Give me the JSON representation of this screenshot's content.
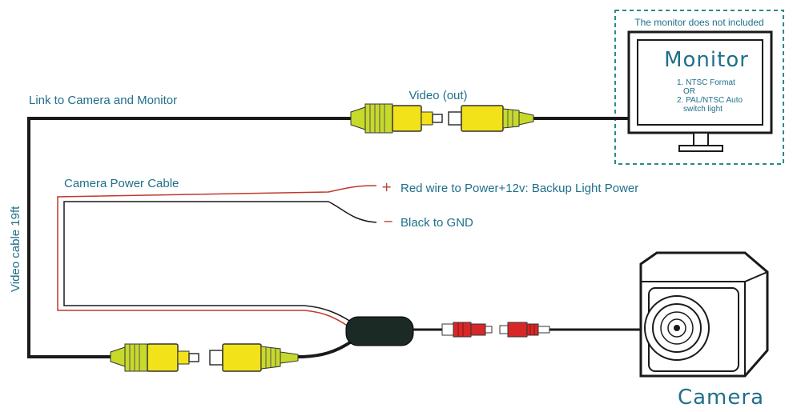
{
  "labels": {
    "link": "Link to Camera and Monitor",
    "video_out": "Video (out)",
    "not_included": "The monitor does not included",
    "monitor_title": "Monitor",
    "monitor_note_1": "1. NTSC Format",
    "monitor_note_or": "OR",
    "monitor_note_2": "2. PAL/NTSC Auto",
    "monitor_note_2b": "switch light",
    "power_cable": "Camera Power Cable",
    "plus": "+",
    "red_wire": "Red wire to Power+12v: Backup Light Power",
    "minus": "−",
    "black_wire": "Black to GND",
    "video_cable": "Video cable 19ft",
    "camera": "Camera"
  },
  "colors": {
    "label_text": "#1f6f8b",
    "dashed_border": "#2a8a8a",
    "connector_yellow": "#f2e21a",
    "connector_green": "#c7d92b",
    "connector_red": "#d62828",
    "cable_black": "#1a1a1a",
    "wire_red": "#c0392b",
    "module_dark": "#1c2a26"
  }
}
